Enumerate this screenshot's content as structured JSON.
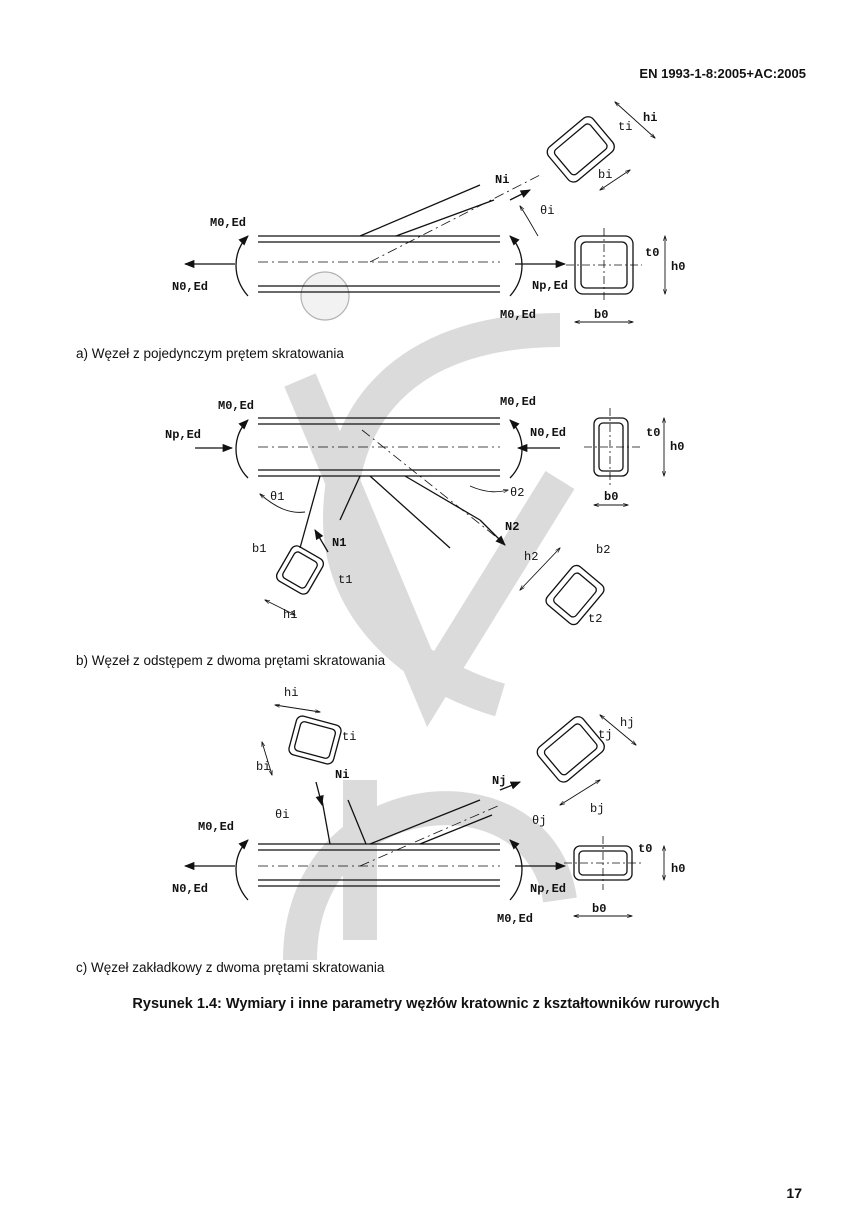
{
  "header": {
    "standard": "EN 1993-1-8:2005+AC:2005"
  },
  "figure_a": {
    "caption": "a)  Węzeł z pojedynczym prętem skratowania",
    "labels": {
      "m0": "M0,Ed",
      "n0": "N0,Ed",
      "np": "Np,Ed",
      "m0r": "M0,Ed",
      "ni": "Ni",
      "theta": "θi",
      "hi": "hi",
      "ti": "ti",
      "bi": "bi",
      "t0": "t0",
      "h0": "h0",
      "b0": "b0"
    }
  },
  "figure_b": {
    "caption": "b)  Węzeł z odstępem z dwoma prętami skratowania",
    "labels": {
      "m0l": "M0,Ed",
      "m0r": "M0,Ed",
      "npl": "Np,Ed",
      "n0r": "N0,Ed",
      "theta1": "θ1",
      "theta2": "θ2",
      "n1": "N1",
      "n2": "N2",
      "b1": "b1",
      "t1": "t1",
      "h1": "h1",
      "b2": "b2",
      "t2": "t2",
      "h2": "h2",
      "t0": "t0",
      "h0": "h0",
      "b0": "b0"
    }
  },
  "figure_c": {
    "caption": "c)  Węzeł zakładkowy z dwoma prętami skratowania",
    "labels": {
      "m0": "M0,Ed",
      "n0": "N0,Ed",
      "np": "Np,Ed",
      "m0r": "M0,Ed",
      "ni": "Ni",
      "nj": "Nj",
      "thetai": "θi",
      "thetaj": "θj",
      "hi": "hi",
      "ti": "ti",
      "bi": "bi",
      "hj": "hj",
      "tj": "tj",
      "bj": "bj",
      "t0": "t0",
      "h0": "h0",
      "b0": "b0"
    }
  },
  "figure_title": "Rysunek 1.4: Wymiary i inne parametry węzłów kratownic z kształtowników rurowych",
  "page_number": "17"
}
